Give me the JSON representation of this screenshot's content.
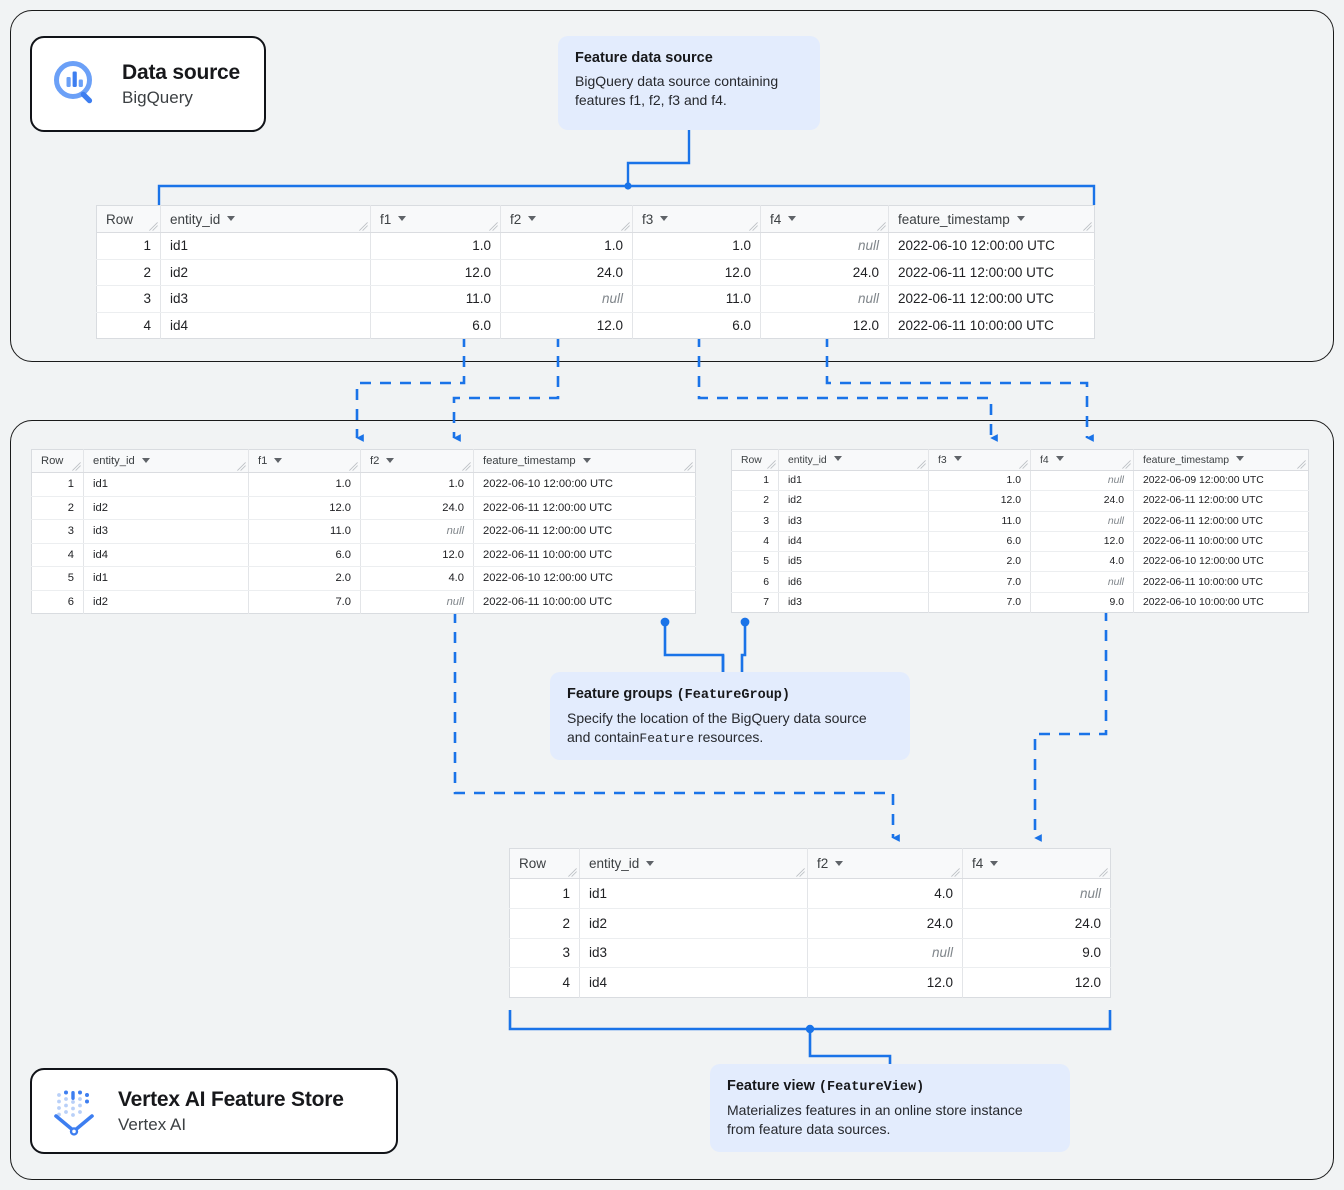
{
  "diagram": {
    "title": "Vertex AI Feature Store data flow",
    "accent_color": "#1a73e8",
    "callout_bg": "#e3ecfd",
    "panel_bg": "#f1f3f4"
  },
  "panels": {
    "data_source": {
      "name": "Data source panel"
    },
    "feature_store": {
      "name": "Vertex AI Feature Store panel"
    }
  },
  "chips": [
    {
      "title": "Data source",
      "subtitle": "BigQuery",
      "icon": "bigquery-icon"
    },
    {
      "title": "Vertex AI Feature Store",
      "subtitle": "Vertex AI",
      "icon": "vertex-ai-feature-store-icon"
    }
  ],
  "callouts": [
    {
      "id": "feature-data-source",
      "title_plain": "Feature data source",
      "title_mono": "",
      "body_plain_1": "BigQuery data source containing features f1, f2, f3 and f4.",
      "body_mono": "",
      "body_plain_2": ""
    },
    {
      "id": "feature-groups",
      "title_plain": "Feature groups",
      "title_mono": "(FeatureGroup)",
      "body_plain_1": "Specify the location of the BigQuery data source and contain",
      "body_mono": "Feature",
      "body_plain_2": " resources."
    },
    {
      "id": "feature-view",
      "title_plain": "Feature view",
      "title_mono": "(FeatureView)",
      "body_plain_1": "Materializes features in an online store instance from feature data sources.",
      "body_mono": "",
      "body_plain_2": ""
    }
  ],
  "tables": {
    "source": {
      "name": "BigQuery feature data source table",
      "columns": [
        "Row",
        "entity_id",
        "f1",
        "f2",
        "f3",
        "f4",
        "feature_timestamp"
      ],
      "rows": [
        [
          "1",
          "id1",
          "1.0",
          "1.0",
          "1.0",
          "null",
          "2022-06-10 12:00:00 UTC"
        ],
        [
          "2",
          "id2",
          "12.0",
          "24.0",
          "12.0",
          "24.0",
          "2022-06-11 12:00:00 UTC"
        ],
        [
          "3",
          "id3",
          "11.0",
          "null",
          "11.0",
          "null",
          "2022-06-11 12:00:00 UTC"
        ],
        [
          "4",
          "id4",
          "6.0",
          "12.0",
          "6.0",
          "12.0",
          "2022-06-11 10:00:00 UTC"
        ]
      ]
    },
    "feature_group_1": {
      "name": "Feature group table f1 f2",
      "columns": [
        "Row",
        "entity_id",
        "f1",
        "f2",
        "feature_timestamp"
      ],
      "rows": [
        [
          "1",
          "id1",
          "1.0",
          "1.0",
          "2022-06-10 12:00:00 UTC"
        ],
        [
          "2",
          "id2",
          "12.0",
          "24.0",
          "2022-06-11 12:00:00 UTC"
        ],
        [
          "3",
          "id3",
          "11.0",
          "null",
          "2022-06-11 12:00:00 UTC"
        ],
        [
          "4",
          "id4",
          "6.0",
          "12.0",
          "2022-06-11 10:00:00 UTC"
        ],
        [
          "5",
          "id1",
          "2.0",
          "4.0",
          "2022-06-10 12:00:00 UTC"
        ],
        [
          "6",
          "id2",
          "7.0",
          "null",
          "2022-06-11 10:00:00 UTC"
        ]
      ]
    },
    "feature_group_2": {
      "name": "Feature group table f3 f4",
      "columns": [
        "Row",
        "entity_id",
        "f3",
        "f4",
        "feature_timestamp"
      ],
      "rows": [
        [
          "1",
          "id1",
          "1.0",
          "null",
          "2022-06-09 12:00:00 UTC"
        ],
        [
          "2",
          "id2",
          "12.0",
          "24.0",
          "2022-06-11 12:00:00 UTC"
        ],
        [
          "3",
          "id3",
          "11.0",
          "null",
          "2022-06-11 12:00:00 UTC"
        ],
        [
          "4",
          "id4",
          "6.0",
          "12.0",
          "2022-06-11 10:00:00 UTC"
        ],
        [
          "5",
          "id5",
          "2.0",
          "4.0",
          "2022-06-10 12:00:00 UTC"
        ],
        [
          "6",
          "id6",
          "7.0",
          "null",
          "2022-06-11 10:00:00 UTC"
        ],
        [
          "7",
          "id3",
          "7.0",
          "9.0",
          "2022-06-10 10:00:00 UTC"
        ]
      ]
    },
    "feature_view": {
      "name": "Feature view table f2 f4",
      "columns": [
        "Row",
        "entity_id",
        "f2",
        "f4"
      ],
      "rows": [
        [
          "1",
          "id1",
          "4.0",
          "null"
        ],
        [
          "2",
          "id2",
          "24.0",
          "24.0"
        ],
        [
          "3",
          "id3",
          "null",
          "9.0"
        ],
        [
          "4",
          "id4",
          "12.0",
          "12.0"
        ]
      ]
    }
  }
}
